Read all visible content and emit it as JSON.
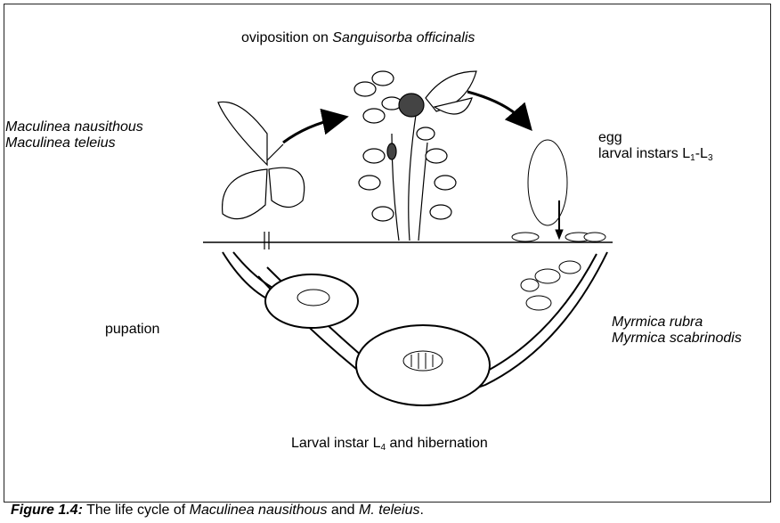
{
  "diagram": {
    "title_prefix": "oviposition on ",
    "title_species": "Sanguisorba officinalis",
    "butterflies": [
      "Maculinea nausithous",
      "Maculinea teleius"
    ],
    "egg_label": "egg",
    "larval_prefix": "larval instars L",
    "larval_sub1": "1",
    "larval_dash": "-L",
    "larval_sub3": "3",
    "pupation": "pupation",
    "ants": [
      "Myrmica rubra",
      "Myrmica scabrinodis"
    ],
    "hibernation_prefix": "Larval instar L",
    "hibernation_sub": "4",
    "hibernation_suffix": " and hibernation"
  },
  "caption": {
    "label": "Figure 1.4:",
    "text1": " The life cycle of ",
    "species1": "Maculinea nausithous",
    "text2": " and ",
    "species2": "M. teleius",
    "text3": "."
  }
}
